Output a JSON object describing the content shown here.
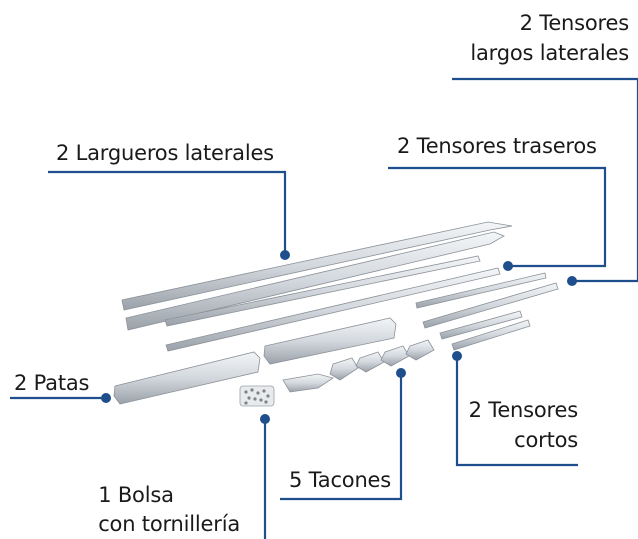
{
  "labels": {
    "largueros": "2 Largueros laterales",
    "tensores_largos_1": "2 Tensores",
    "tensores_largos_2": "largos laterales",
    "tensores_traseros": "2 Tensores traseros",
    "patas": "2 Patas",
    "tensores_cortos_1": "2 Tensores",
    "tensores_cortos_2": "cortos",
    "tacones": "5 Tacones",
    "bolsa_1": "1 Bolsa",
    "bolsa_2": "con tornillería"
  },
  "colors": {
    "leader_line": "#1f4e8c",
    "part_fill": "#d9dde2",
    "part_stroke": "#8c9299"
  }
}
